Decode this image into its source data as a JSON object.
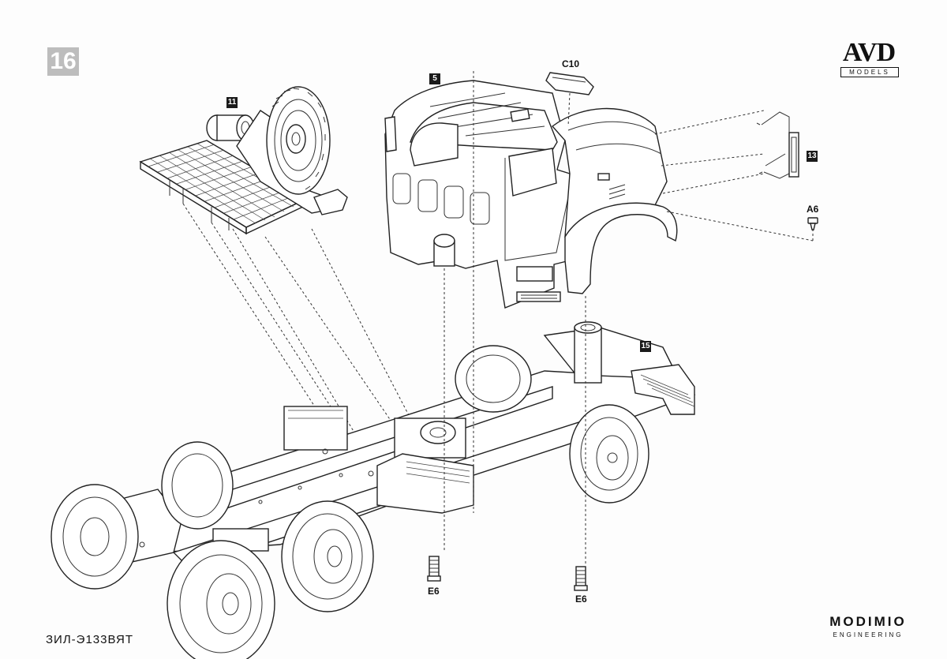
{
  "step": {
    "number": "16"
  },
  "logo": {
    "brand": "AVD",
    "sub": "MODELS"
  },
  "callouts": {
    "c10": "C10",
    "part5": "5",
    "part11": "11",
    "part13": "13",
    "a6": "A6",
    "part15": "15",
    "e6_left": "E6",
    "e6_right": "E6"
  },
  "footer": {
    "model": "ЗИЛ-Э133ВЯТ",
    "maker": "MODIMIO",
    "maker_sub": "ENGINEERING"
  }
}
